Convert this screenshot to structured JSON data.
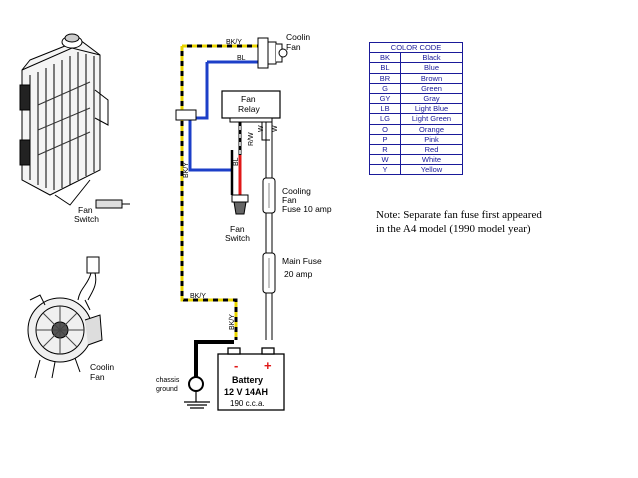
{
  "labels": {
    "cooling_fan_top": [
      "Coolin",
      "Fan"
    ],
    "fan_relay": [
      "Fan",
      "Relay"
    ],
    "cooling_fan_fuse": [
      "Cooling",
      "Fan",
      "Fuse  10 amp"
    ],
    "fan_switch_center": [
      "Fan",
      "Switch"
    ],
    "main_fuse": [
      "Main Fuse",
      "20 amp"
    ],
    "fan_switch_left": [
      "Fan",
      "Switch"
    ],
    "cooling_fan_left": [
      "Coolin",
      "Fan"
    ],
    "chassis_ground": [
      "chassis",
      "ground"
    ],
    "battery": [
      "Battery",
      "12 V 14AH",
      "190 c.c.a."
    ],
    "battery_minus": "-",
    "battery_plus": "+"
  },
  "wire_labels": {
    "bk_y_top": "BK/Y",
    "bl_top": "BL",
    "bk_y_vertical": "BK/Y",
    "bl_vertical": "BL",
    "r_w": "R/W",
    "w_1": "W",
    "w_2": "W",
    "bk_y_bottom": "BK/Y",
    "bk_y_bottom_vertical": "BK/Y"
  },
  "color_code": {
    "title": "COLOR CODE",
    "rows": [
      {
        "code": "BK",
        "name": "Black"
      },
      {
        "code": "BL",
        "name": "Blue"
      },
      {
        "code": "BR",
        "name": "Brown"
      },
      {
        "code": "G",
        "name": "Green"
      },
      {
        "code": "GY",
        "name": "Gray"
      },
      {
        "code": "LB",
        "name": "Light Blue"
      },
      {
        "code": "LG",
        "name": "Light Green"
      },
      {
        "code": "O",
        "name": "Orange"
      },
      {
        "code": "P",
        "name": "Pink"
      },
      {
        "code": "R",
        "name": "Red"
      },
      {
        "code": "W",
        "name": "White"
      },
      {
        "code": "Y",
        "name": "Yellow"
      }
    ]
  },
  "note": [
    "Note: Separate fan fuse first appeared",
    "in the A4 model (1990 model year)"
  ],
  "colors": {
    "black": "#000000",
    "yellow": "#e8d400",
    "blue": "#1c3fc8",
    "red": "#e01818",
    "table_blue": "#1a1a99"
  }
}
